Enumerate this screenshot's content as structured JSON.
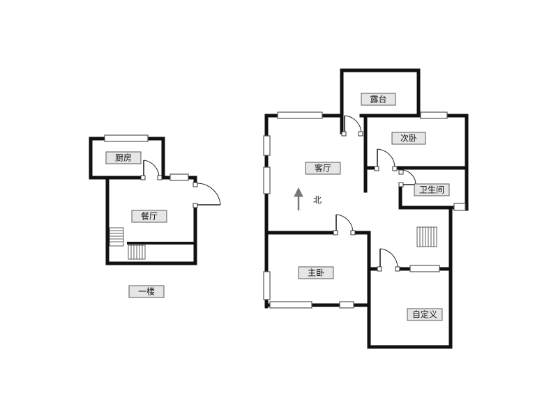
{
  "rooms": {
    "kitchen": "厨房",
    "dining": "餐厅",
    "terrace": "露台",
    "second_bedroom": "次卧",
    "living_room": "客厅",
    "bathroom": "卫生间",
    "master_bedroom": "主卧",
    "custom": "自定义"
  },
  "floor_label": "一楼",
  "compass": {
    "north_label": "北"
  },
  "colors": {
    "wall": "#111111",
    "label_fill": "#e6e6e6",
    "arrow": "#777777"
  }
}
